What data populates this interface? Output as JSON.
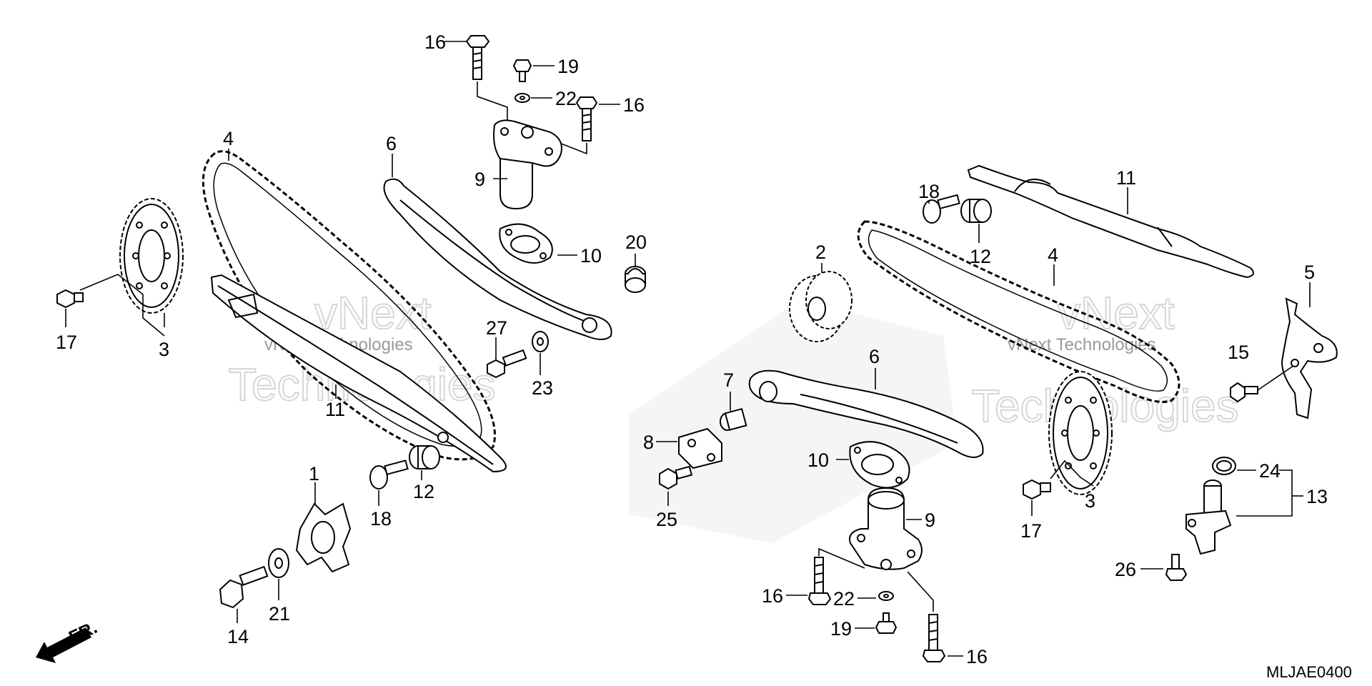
{
  "diagram": {
    "code": "MLJAE0400",
    "front_marker": "FR.",
    "watermark": {
      "brand": "vNext",
      "text": "Technologies",
      "full": "vNext Technologies"
    },
    "callouts": {
      "c16a": "16",
      "c19a": "19",
      "c22a": "22",
      "c16b": "16",
      "c9a": "9",
      "c10a": "10",
      "c20": "20",
      "c4a": "4",
      "c6a": "6",
      "c17a": "17",
      "c3a": "3",
      "c11a": "11",
      "c27": "27",
      "c23": "23",
      "c1": "1",
      "c18a": "18",
      "c12a": "12",
      "c14": "14",
      "c21": "21",
      "c18b": "18",
      "c12b": "12",
      "c11b": "11",
      "c2": "2",
      "c4b": "4",
      "c5": "5",
      "c15": "15",
      "c6b": "6",
      "c7": "7",
      "c8": "8",
      "c10b": "10",
      "c25": "25",
      "c9b": "9",
      "c17b": "17",
      "c3b": "3",
      "c24": "24",
      "c13": "13",
      "c26": "26",
      "c16c": "16",
      "c22b": "22",
      "c19b": "19",
      "c16d": "16"
    }
  }
}
